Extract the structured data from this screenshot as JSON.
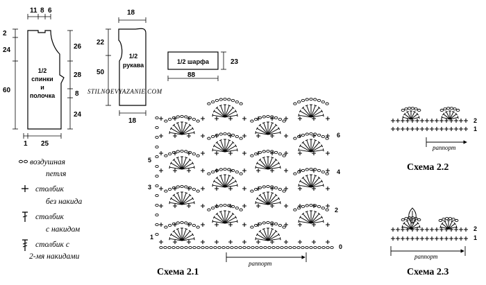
{
  "watermark": "STILNOEVYAZANIE.COM",
  "patterns": {
    "back_front": {
      "label": "1/2 спинки и полочка",
      "label_lines": [
        "1/2",
        "спинки",
        "и",
        "полочка"
      ],
      "dims": [
        "11",
        "8",
        "6",
        "2",
        "24",
        "60",
        "26",
        "28",
        "8",
        "24",
        "1",
        "25"
      ]
    },
    "sleeve": {
      "label": "1/2 рукава",
      "label_lines": [
        "1/2",
        "рукава"
      ],
      "dims": [
        "18",
        "22",
        "50",
        "18"
      ]
    },
    "scarf": {
      "label": "1/2 шарфа",
      "dims": [
        "23",
        "88"
      ]
    }
  },
  "legend": [
    {
      "symbol": "chain-icon",
      "text_lines": [
        "воздушная",
        "петля"
      ]
    },
    {
      "symbol": "sc-icon",
      "text_lines": [
        "столбик",
        "без накида"
      ]
    },
    {
      "symbol": "dc-icon",
      "text_lines": [
        "столбик",
        "с накидом"
      ]
    },
    {
      "symbol": "tr-icon",
      "text_lines": [
        "столбик с",
        "2-мя накидами"
      ]
    }
  ],
  "schema_21": {
    "title": "Схема 2.1",
    "rapport": "раппорт",
    "row_numbers_right": [
      "6",
      "4",
      "2",
      "0"
    ],
    "row_numbers_left": [
      "5",
      "3",
      "1"
    ]
  },
  "schema_22": {
    "title": "Схема 2.2",
    "rapport": "раппорт",
    "row_numbers": [
      "2",
      "1"
    ]
  },
  "schema_23": {
    "title": "Схема 2.3",
    "rapport": "раппорт",
    "row_numbers": [
      "2",
      "1"
    ]
  }
}
